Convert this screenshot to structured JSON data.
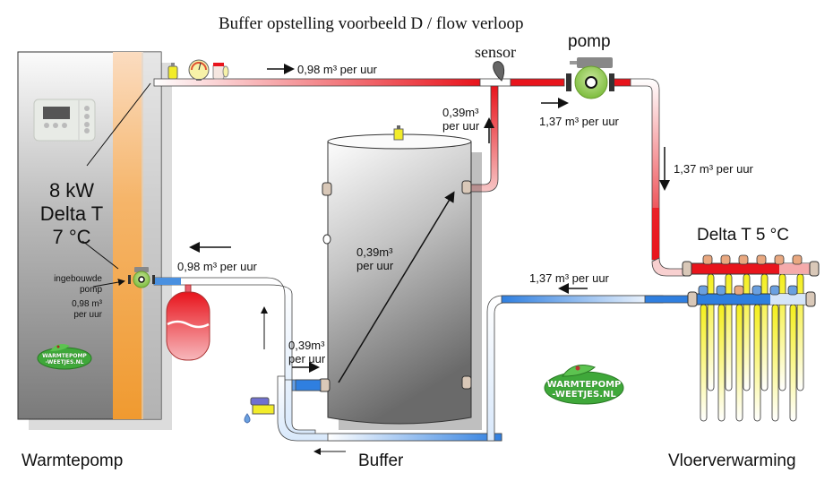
{
  "title": "Buffer opstelling voorbeeld D  / flow verloop",
  "components": {
    "heat_pump": {
      "label": "Warmtepomp",
      "power": "8 kW",
      "delta_line1": "Delta T",
      "delta_line2": "7 °C",
      "builtin_pump_line1": "ingebouwde",
      "builtin_pump_line2": "pomp",
      "builtin_flow_line1": "0,98 m³",
      "builtin_flow_line2": "per uur"
    },
    "buffer": {
      "label": "Buffer",
      "internal_flow_line1": "0,39m³",
      "internal_flow_line2": "per uur"
    },
    "floor_heating": {
      "label": "Vloerverwarming",
      "delta": "Delta T 5 °C",
      "loops": 6
    },
    "circulation_pump": {
      "label": "pomp"
    },
    "sensor": {
      "label": "sensor"
    }
  },
  "flows": {
    "supply_top": "0,98 m³ per uur",
    "return_left": "0,98 m³ per uur",
    "buffer_up_line1": "0,39m³",
    "buffer_up_line2": "per uur",
    "buffer_in_line1": "0,39m³",
    "buffer_in_line2": "per uur",
    "after_pump": "1,37 m³ per uur",
    "down_to_manifold": "1,37 m³ per uur",
    "return_from_floor": "1,37 m³ per uur"
  },
  "logo": {
    "line1": "WARMTEPOMP",
    "line2": "-WEETJES.NL"
  },
  "colors": {
    "hot": "#e8141c",
    "cold": "#2f7fe0",
    "pump_green": "#8cc84b",
    "heat_pump_stripe": "#f2a03c",
    "loop_yellow": "#f4ee1a",
    "logo_green": "#3fa83a"
  }
}
